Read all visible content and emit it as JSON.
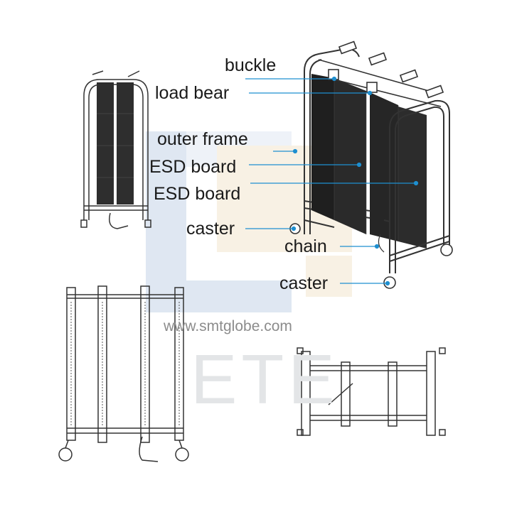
{
  "labels": {
    "buckle": "buckle",
    "load_bear": "load bear",
    "outer_frame": "outer frame",
    "esd_board_1": "ESD board",
    "esd_board_2": "ESD board",
    "caster_1": "caster",
    "chain": "chain",
    "caster_2": "caster"
  },
  "watermark": {
    "url": "www.smtglobe.com",
    "logo_text": "ETE"
  },
  "colors": {
    "leader_line": "#1e8fd0",
    "watermark_blue": "#c9d7ea",
    "watermark_cream": "#f5ecd9",
    "board_dark": "#2a2a2a",
    "frame_line": "#333333"
  }
}
